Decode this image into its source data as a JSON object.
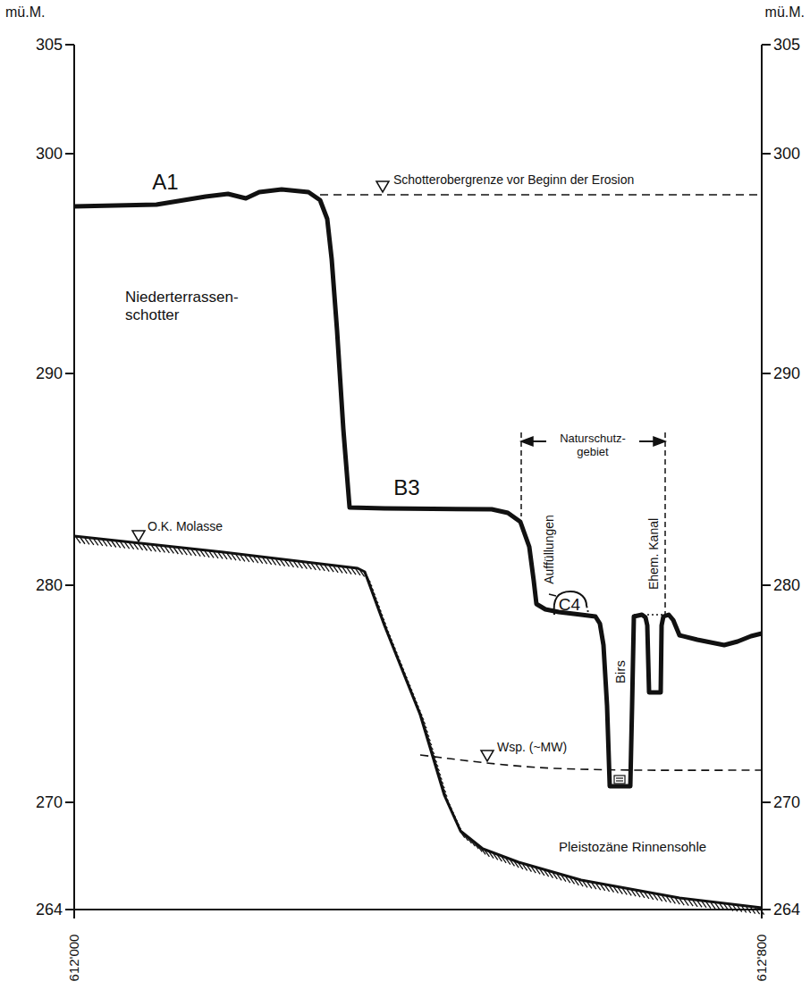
{
  "diagram": {
    "labels": [
      "mü.M.",
      "mü.M.",
      "305",
      "300",
      "290",
      "280",
      "270",
      "264",
      "305",
      "300",
      "290",
      "280",
      "270",
      "264",
      "612'000",
      "612'800",
      "A1",
      "B3",
      "C4",
      "Schotterobergrenze vor Beginn der Erosion",
      "Niederterrassen- schotter",
      "O.K. Molasse",
      "Naturschutz- gebiet",
      "Auffüllungen",
      "Ehem. Kanal",
      "Birs",
      "Wsp. (~MW)",
      "Pleistozäne Rinnensohle"
    ]
  }
}
